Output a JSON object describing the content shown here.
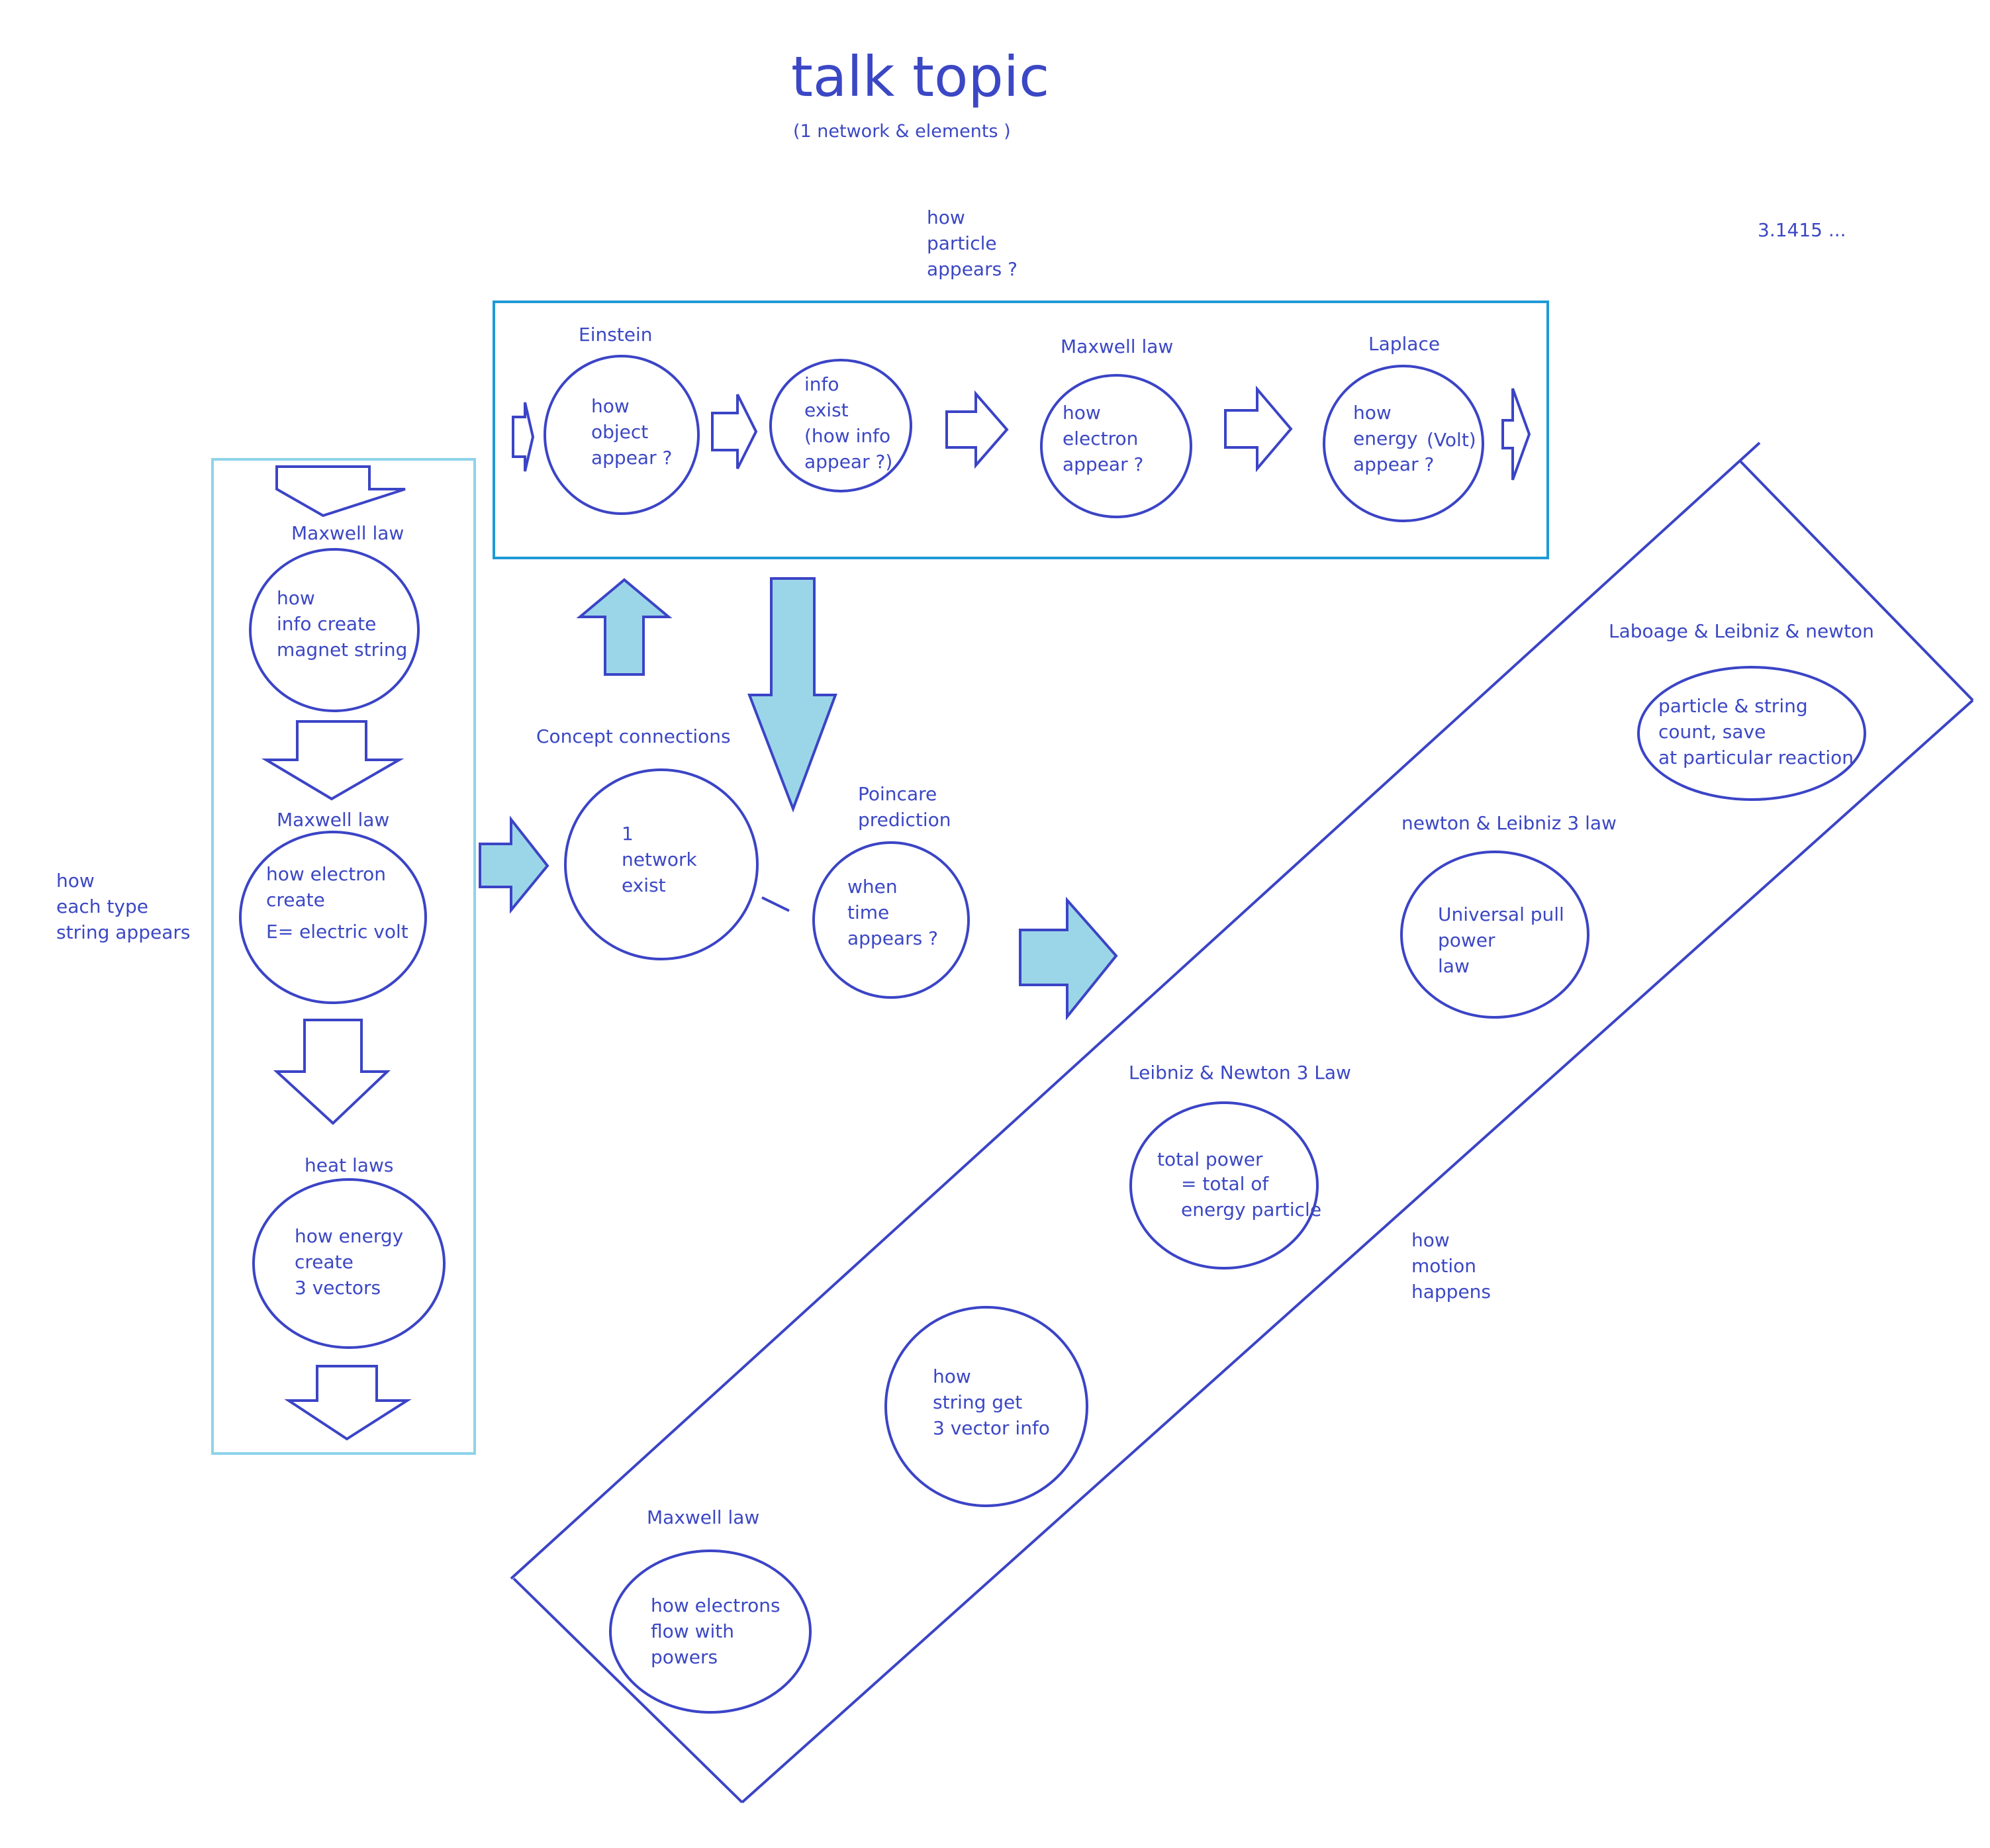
{
  "title": "talk topic",
  "subtitle": "(1 network & elements )",
  "pi_note": "3.1415 ...",
  "top_heading": [
    "how",
    "particle",
    "appears ?"
  ],
  "left_heading": [
    "how",
    "each type",
    "string appears"
  ],
  "right_heading": [
    "how",
    "motion",
    "happens"
  ],
  "colors": {
    "ink": "#3b44c6",
    "top_box": "#1e9ad6",
    "left_box": "#8dd3ea",
    "arrow_fill": "#9bd6e8"
  },
  "top_row": {
    "einstein": {
      "label": "Einstein",
      "lines": [
        "how",
        "object",
        "appear ?"
      ]
    },
    "info": {
      "lines": [
        "info",
        "exist",
        "(how info",
        "appear ?)"
      ]
    },
    "maxwell": {
      "label": "Maxwell law",
      "lines": [
        "how",
        "electron",
        "appear ?"
      ]
    },
    "laplace": {
      "label": "Laplace",
      "lines": [
        "how",
        "energy",
        "appear ?"
      ],
      "extra": "(Volt)"
    }
  },
  "left_column": {
    "n1": {
      "label": "Maxwell law",
      "lines": [
        "how",
        "info create",
        "magnet string"
      ]
    },
    "n2": {
      "label": "Maxwell law",
      "lines": [
        "how electron",
        "create",
        "E= electric volt"
      ]
    },
    "n3": {
      "label": "heat laws",
      "lines": [
        "how energy",
        "create",
        "3 vectors"
      ]
    }
  },
  "center": {
    "network": {
      "label": "Concept connections",
      "lines": [
        "1",
        "network",
        "exist"
      ]
    },
    "poincare": {
      "label": [
        "Poincare",
        "prediction"
      ],
      "lines": [
        "when",
        "time",
        "appears ?"
      ]
    }
  },
  "diagonal": {
    "n1": {
      "label": "Laboage & Leibniz & newton",
      "lines": [
        "particle & string",
        "count, save",
        "at particular reaction"
      ]
    },
    "n2": {
      "label": "newton & Leibniz  3 law",
      "lines": [
        "Universal pull",
        "power",
        "law"
      ]
    },
    "n3": {
      "label": "Leibniz & Newton 3 Law",
      "lines": [
        "total power",
        "= total of",
        "energy particle"
      ]
    },
    "n4": {
      "lines": [
        "how",
        "string get",
        "3 vector info"
      ]
    },
    "n5": {
      "label": "Maxwell law",
      "lines": [
        "how electrons",
        "flow with",
        "powers"
      ]
    }
  }
}
